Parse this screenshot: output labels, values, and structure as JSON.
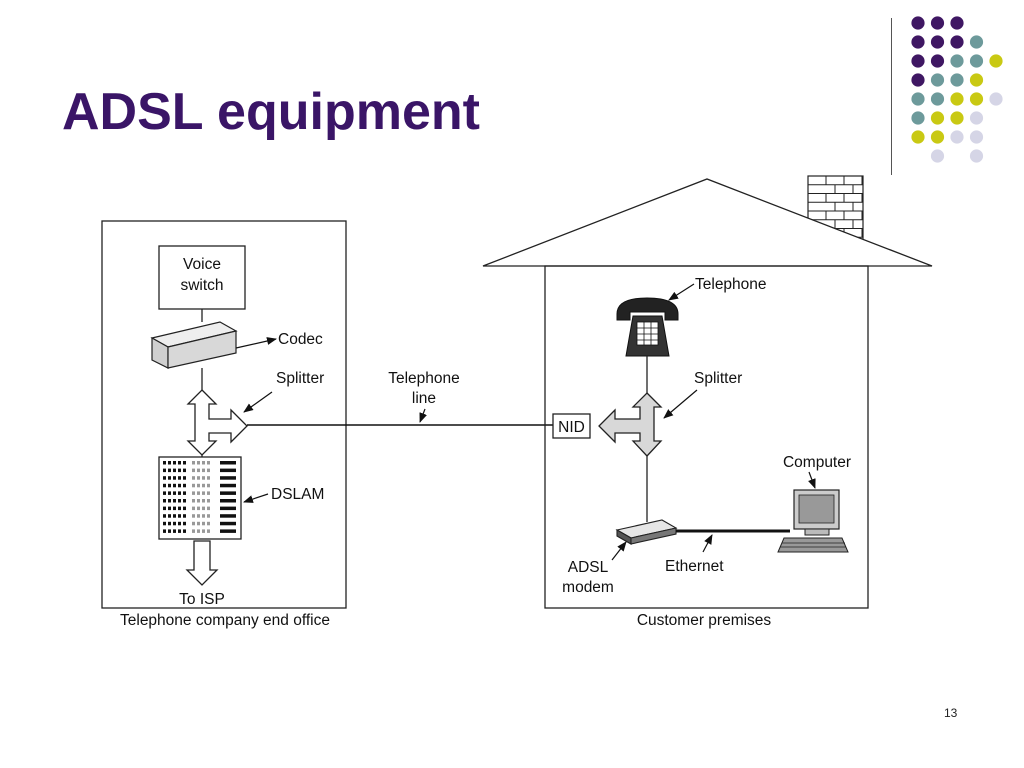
{
  "slide": {
    "title": "ADSL equipment",
    "page_number": "13"
  },
  "colors": {
    "title": "#3a1567",
    "dot_purple": "#3f1763",
    "dot_teal": "#6d9a9b",
    "dot_olive": "#c9c913",
    "dot_lavender": "#d5d5e6"
  },
  "dot_grid": [
    [
      "purple",
      "purple",
      "purple",
      "",
      "",
      ""
    ],
    [
      "purple",
      "purple",
      "purple",
      "teal",
      "",
      ""
    ],
    [
      "purple",
      "purple",
      "teal",
      "teal",
      "olive",
      ""
    ],
    [
      "purple",
      "teal",
      "teal",
      "olive",
      "",
      ""
    ],
    [
      "teal",
      "teal",
      "olive",
      "olive",
      "lavender",
      ""
    ],
    [
      "teal",
      "olive",
      "olive",
      "lavender",
      "",
      ""
    ],
    [
      "olive",
      "olive",
      "lavender",
      "lavender",
      "",
      ""
    ],
    [
      "",
      "lavender",
      "",
      "lavender",
      "",
      ""
    ]
  ],
  "diagram": {
    "office": {
      "voice_switch_line1": "Voice",
      "voice_switch_line2": "switch",
      "codec": "Codec",
      "splitter": "Splitter",
      "dslam": "DSLAM",
      "to_isp": "To ISP",
      "caption": "Telephone company end office"
    },
    "line": {
      "label_line1": "Telephone",
      "label_line2": "line"
    },
    "premises": {
      "telephone": "Telephone",
      "splitter": "Splitter",
      "nid": "NID",
      "computer": "Computer",
      "adsl_modem_line1": "ADSL",
      "adsl_modem_line2": "modem",
      "ethernet": "Ethernet",
      "caption": "Customer premises"
    }
  }
}
